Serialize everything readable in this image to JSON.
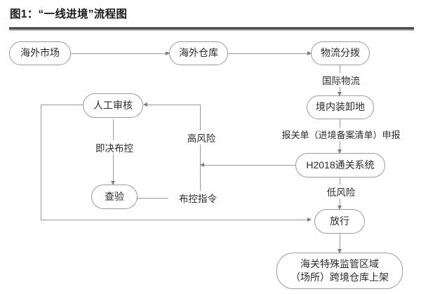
{
  "title": "图1：“一线进境”流程图",
  "colors": {
    "node_border": "#9a9a9a",
    "edge": "#9a9a9a",
    "text": "#2b2b2b",
    "rule": "#111111",
    "background": "#ffffff"
  },
  "nodes": {
    "overseas_market": "海外市场",
    "overseas_warehouse": "海外仓库",
    "logistics_distribution": "物流分拨",
    "domestic_loading_site": "境内装卸地",
    "h2018_system": "H2018通关系统",
    "release": "放行",
    "manual_review": "人工审核",
    "inspection": "查验",
    "customs_zone_line1": "海关特殊监管区域",
    "customs_zone_line2": "（场所）跨境仓库上架"
  },
  "edge_labels": {
    "international_logistics": "国际物流",
    "declaration": "报关单（进境备案清单）申报",
    "high_risk": "高风险",
    "low_risk": "低风险",
    "immediate_control": "即决布控",
    "control_order": "布控指令"
  },
  "flow": [
    {
      "from": "海外市场",
      "to": "海外仓库",
      "label": ""
    },
    {
      "from": "海外仓库",
      "to": "物流分拨",
      "label": ""
    },
    {
      "from": "物流分拨",
      "to": "境内装卸地",
      "label": "国际物流"
    },
    {
      "from": "境内装卸地",
      "to": "H2018通关系统",
      "label": "报关单（进境备案清单）申报"
    },
    {
      "from": "H2018通关系统",
      "to": "人工审核",
      "label": "高风险"
    },
    {
      "from": "H2018通关系统",
      "to": "放行",
      "label": "低风险"
    },
    {
      "from": "人工审核",
      "to": "查验",
      "label": "即决布控"
    },
    {
      "from": "人工审核",
      "to": "查验",
      "label": "布控指令"
    },
    {
      "from": "人工审核",
      "to": "放行",
      "label": ""
    },
    {
      "from": "放行",
      "to": "海关特殊监管区域（场所）跨境仓库上架",
      "label": ""
    }
  ]
}
